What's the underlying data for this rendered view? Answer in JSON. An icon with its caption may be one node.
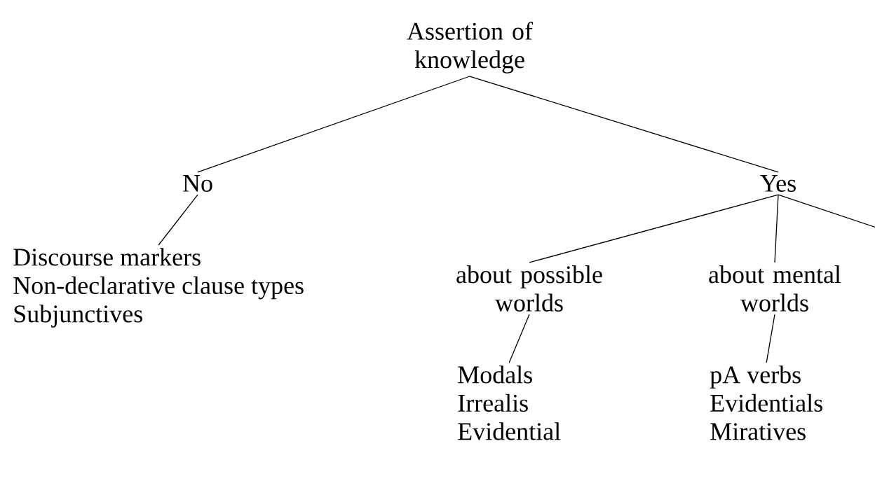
{
  "diagram": {
    "nodes": [
      {
        "text": [
          "Assertion of knowledge"
        ]
      },
      {
        "text": [
          "No"
        ]
      },
      {
        "text": [
          "Yes"
        ]
      },
      {
        "text": [
          "Discourse markers",
          "Non-declarative clause types",
          "Subjunctives"
        ]
      },
      {
        "text": [
          "about possible worlds"
        ]
      },
      {
        "text": [
          "about mental worlds"
        ]
      },
      {
        "text": [
          "Modals",
          "Irrealis",
          "Evidential"
        ]
      },
      {
        "text": [
          "pA verbs",
          "Evidentials",
          "Miratives"
        ]
      }
    ],
    "edges": [
      {
        "from": 0,
        "to": 1,
        "arrow": "none"
      },
      {
        "from": 0,
        "to": 2,
        "arrow": "none"
      },
      {
        "from": 1,
        "to": 3,
        "arrow": "none"
      },
      {
        "from": 2,
        "to": 4,
        "arrow": "none"
      },
      {
        "from": 2,
        "to": 5,
        "arrow": "none"
      },
      {
        "from": 2,
        "to": null,
        "arrow": "none"
      },
      {
        "from": 4,
        "to": 6,
        "arrow": "none"
      },
      {
        "from": 5,
        "to": 7,
        "arrow": "none"
      }
    ]
  }
}
